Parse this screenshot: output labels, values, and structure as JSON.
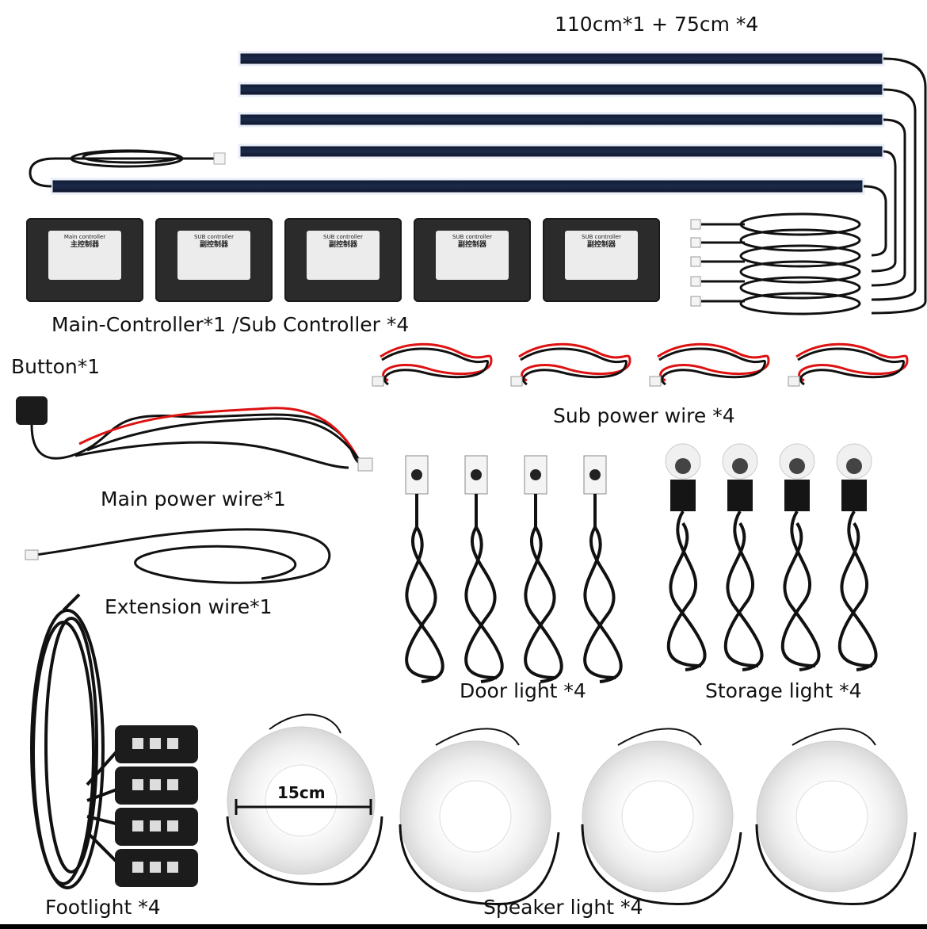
{
  "labels": {
    "strips": "110cm*1 + 75cm *4",
    "controllers": "Main-Controller*1 /Sub Controller *4",
    "button": "Button*1",
    "sub_power": "Sub power wire *4",
    "main_power": "Main power wire*1",
    "extension": "Extension wire*1",
    "door": "Door light *4",
    "storage": "Storage light *4",
    "footlight": "Footlight *4",
    "speaker": "Speaker light *4",
    "ring_size": "15cm"
  },
  "controllers": [
    {
      "title": "Main controller",
      "zh": "主控制器"
    },
    {
      "title": "SUB controller",
      "zh": "副控制器"
    },
    {
      "title": "SUB controller",
      "zh": "副控制器"
    },
    {
      "title": "SUB controller",
      "zh": "副控制器"
    },
    {
      "title": "SUB controller",
      "zh": "副控制器"
    }
  ]
}
